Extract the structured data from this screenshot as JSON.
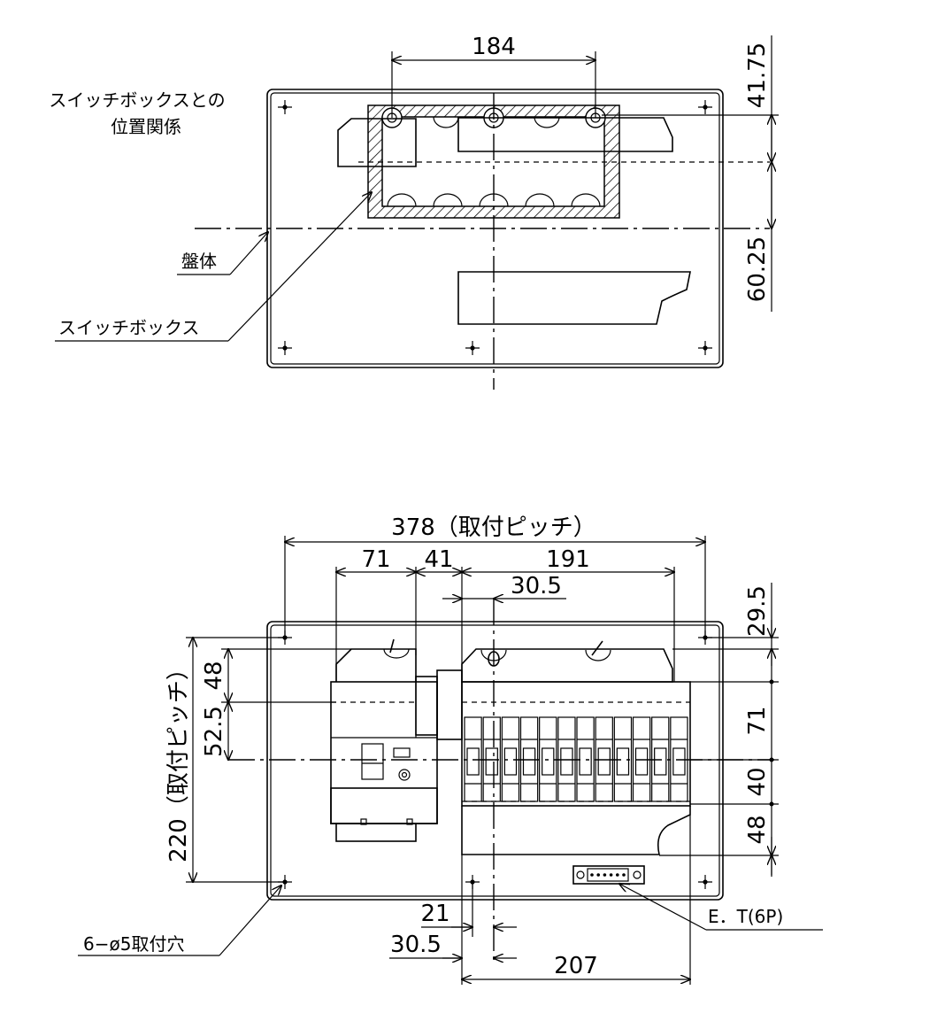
{
  "top_view": {
    "dim_top": "184",
    "dim_right_1": "41.75",
    "dim_right_2": "60.25",
    "label_position": "スイッチボックスとの",
    "label_position_2": "位置関係",
    "label_enclosure": "盤体",
    "label_switchbox": "スイッチボックス"
  },
  "bottom_view": {
    "dim_pitch_h": "378（取付ピッチ）",
    "dim_71": "71",
    "dim_41": "41",
    "dim_191": "191",
    "dim_30_5_top": "30.5",
    "dim_29_5": "29.5",
    "dim_48_left": "48",
    "dim_52_5": "52.5",
    "dim_pitch_v": "220（取付ピッチ）",
    "dim_71_right": "71",
    "dim_40": "40",
    "dim_48_right": "48",
    "dim_21": "21",
    "dim_30_5_bottom": "30.5",
    "dim_207": "207",
    "label_holes": "6−ø5取付穴",
    "label_terminal": "E．T(6P)"
  },
  "breaker_count": 12,
  "terminal_dots": 6
}
